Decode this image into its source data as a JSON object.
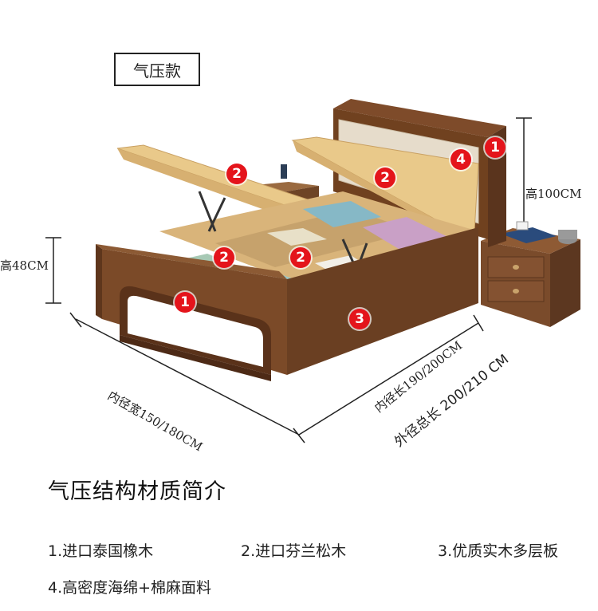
{
  "type_label": "气压款",
  "dimensions": {
    "height_frame": "高48CM",
    "height_headboard": "高100CM",
    "inner_width": "内径宽150/180CM",
    "inner_length": "内径长190/200CM",
    "outer_length": "外径总长 200/210 CM"
  },
  "badges": [
    "1",
    "2",
    "2",
    "2",
    "2",
    "1",
    "3",
    "4"
  ],
  "section_title": "气压结构材质简介",
  "legend": [
    "1.进口泰国橡木",
    "2.进口芬兰松木",
    "3.优质实木多层板",
    "4.高密度海绵+棉麻面料"
  ],
  "colors": {
    "badge": "#e4141b",
    "walnut": "#6b4024",
    "pine": "#e9c98a",
    "fabric": "#e6dccb"
  }
}
